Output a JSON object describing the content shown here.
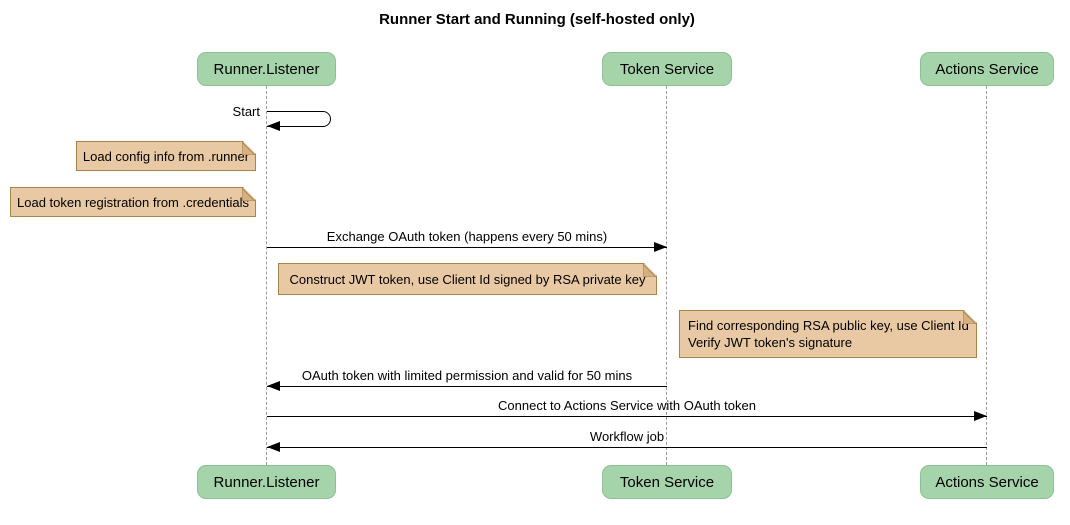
{
  "title": "Runner Start and Running (self-hosted only)",
  "participants": [
    {
      "name": "Runner.Listener"
    },
    {
      "name": "Token Service"
    },
    {
      "name": "Actions Service"
    }
  ],
  "messages": [
    {
      "label": "Start",
      "from": "Runner.Listener",
      "to": "Runner.Listener",
      "kind": "self"
    },
    {
      "label": "Exchange OAuth token (happens every 50 mins)",
      "from": "Runner.Listener",
      "to": "Token Service",
      "kind": "solid-arrow"
    },
    {
      "label": "OAuth token with limited permission and valid for 50 mins",
      "from": "Token Service",
      "to": "Runner.Listener",
      "kind": "solid-arrow"
    },
    {
      "label": "Connect to Actions Service with OAuth token",
      "from": "Runner.Listener",
      "to": "Actions Service",
      "kind": "solid-arrow"
    },
    {
      "label": "Workflow job",
      "from": "Actions Service",
      "to": "Runner.Listener",
      "kind": "solid-arrow"
    }
  ],
  "notes": [
    {
      "position": "left of Runner.Listener",
      "lines": [
        "Load config info from .runner"
      ]
    },
    {
      "position": "left of Runner.Listener",
      "lines": [
        "Load token registration from .credentials"
      ]
    },
    {
      "position": "between Runner.Listener and Token Service",
      "lines": [
        "Construct JWT token, use Client Id signed by RSA private key"
      ]
    },
    {
      "position": "left of Actions Service",
      "lines": [
        "Find corresponding RSA public key, use Client Id",
        "Verify JWT token's signature"
      ]
    }
  ],
  "colors": {
    "background": "#ffffff",
    "participant_fill": "#a5d3aa",
    "participant_border": "#8fbf96",
    "note_fill": "#e8c9a4",
    "note_border": "#a7854d",
    "note_fold": "#d6b080",
    "lifeline": "#9b9b9b",
    "message_line": "#000000",
    "text": "#000000"
  }
}
